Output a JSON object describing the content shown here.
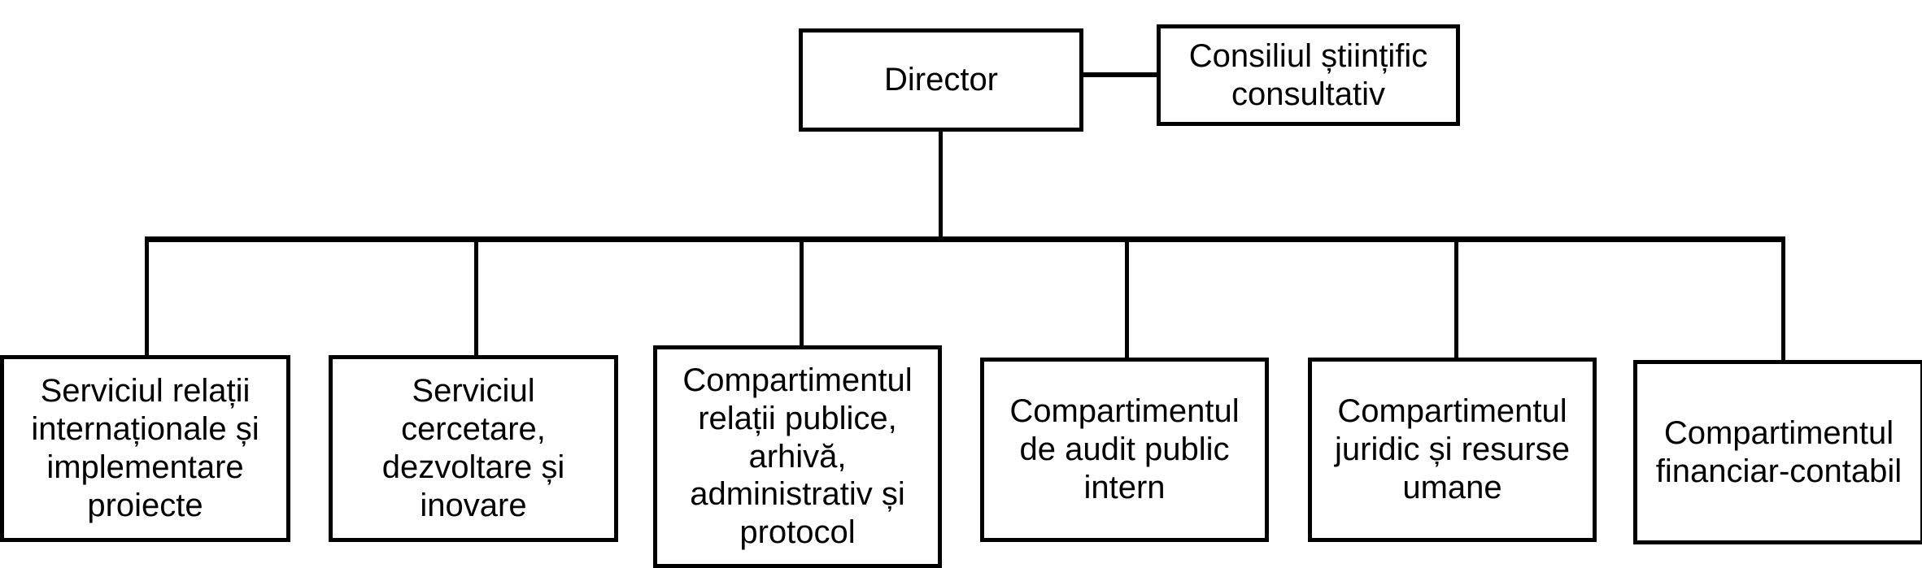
{
  "diagram": {
    "type": "organizational-chart",
    "language": "ro",
    "background_color": "#ffffff",
    "line_color": "#000000",
    "text_color": "#000000"
  },
  "nodes": {
    "director": {
      "label": "Director",
      "level": 1
    },
    "council": {
      "label": "Consiliul științific\nconsultativ",
      "level": 1
    },
    "units": [
      {
        "id": "international-relations",
        "label": "Serviciul relații\ninternaționale și\nimplementare\nproiecte",
        "level": 2
      },
      {
        "id": "research-development",
        "label": "Serviciul\ncercetare,\ndezvoltare și\ninovare",
        "level": 2
      },
      {
        "id": "public-relations",
        "label": "Compartimentul\nrelații publice,\narhivă,\nadministrativ și\nprotocol",
        "level": 2
      },
      {
        "id": "internal-audit",
        "label": "Compartimentul\nde audit public\nintern",
        "level": 2
      },
      {
        "id": "legal-hr",
        "label": "Compartimentul\njuridic și resurse\numane",
        "level": 2
      },
      {
        "id": "financial-accounting",
        "label": "Compartimentul\nfinanciar-contabil",
        "level": 2
      }
    ]
  },
  "connections": [
    {
      "from": "director",
      "to": "council",
      "style": "horizontal-link"
    },
    {
      "from": "director",
      "to": "international-relations",
      "style": "bus-drop"
    },
    {
      "from": "director",
      "to": "research-development",
      "style": "bus-drop"
    },
    {
      "from": "director",
      "to": "public-relations",
      "style": "bus-drop"
    },
    {
      "from": "director",
      "to": "internal-audit",
      "style": "bus-drop"
    },
    {
      "from": "director",
      "to": "legal-hr",
      "style": "bus-drop"
    },
    {
      "from": "director",
      "to": "financial-accounting",
      "style": "bus-drop"
    }
  ]
}
